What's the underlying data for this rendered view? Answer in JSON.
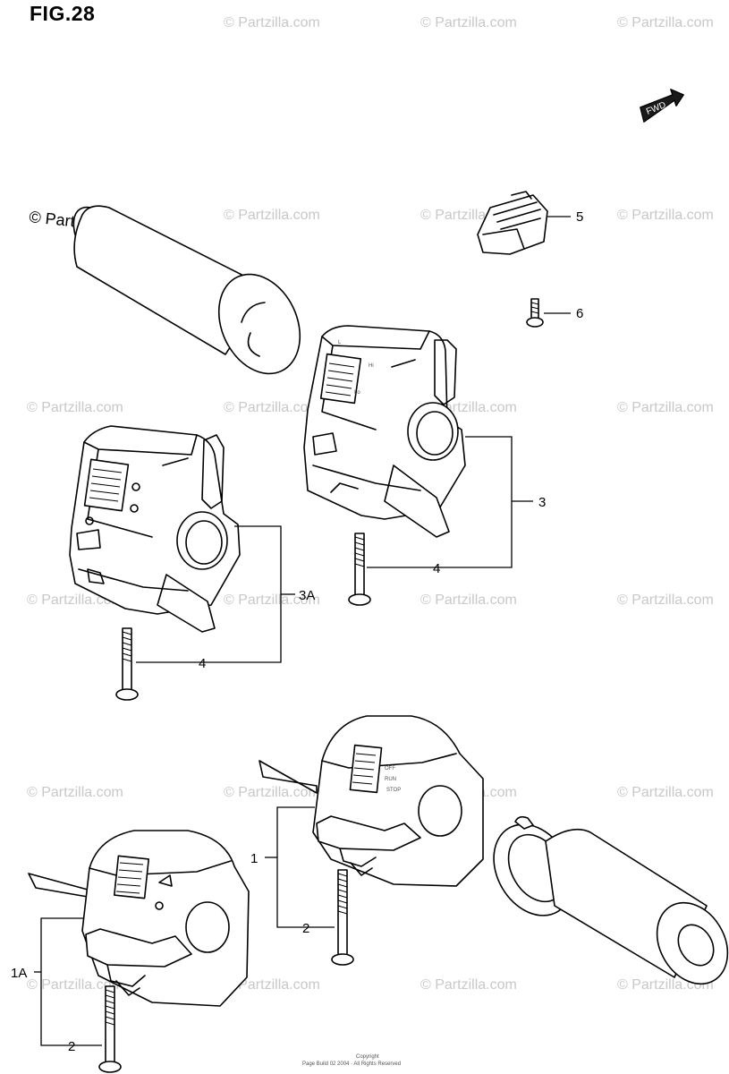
{
  "figure": {
    "title": "FIG.28"
  },
  "fwd_label": "FWD",
  "callouts": {
    "c5": "5",
    "c6": "6",
    "c3": "3",
    "c4a": "4",
    "c3a": "3A",
    "c4b": "4",
    "c1": "1",
    "c2a": "2",
    "c1a": "1A",
    "c2b": "2"
  },
  "watermarks": {
    "main": "© Partzilla.com",
    "repeat": "© Partzilla.com"
  },
  "footer": {
    "line1": "Copyright",
    "line2": "Page Build 02 2004 · All Rights Reserved"
  }
}
